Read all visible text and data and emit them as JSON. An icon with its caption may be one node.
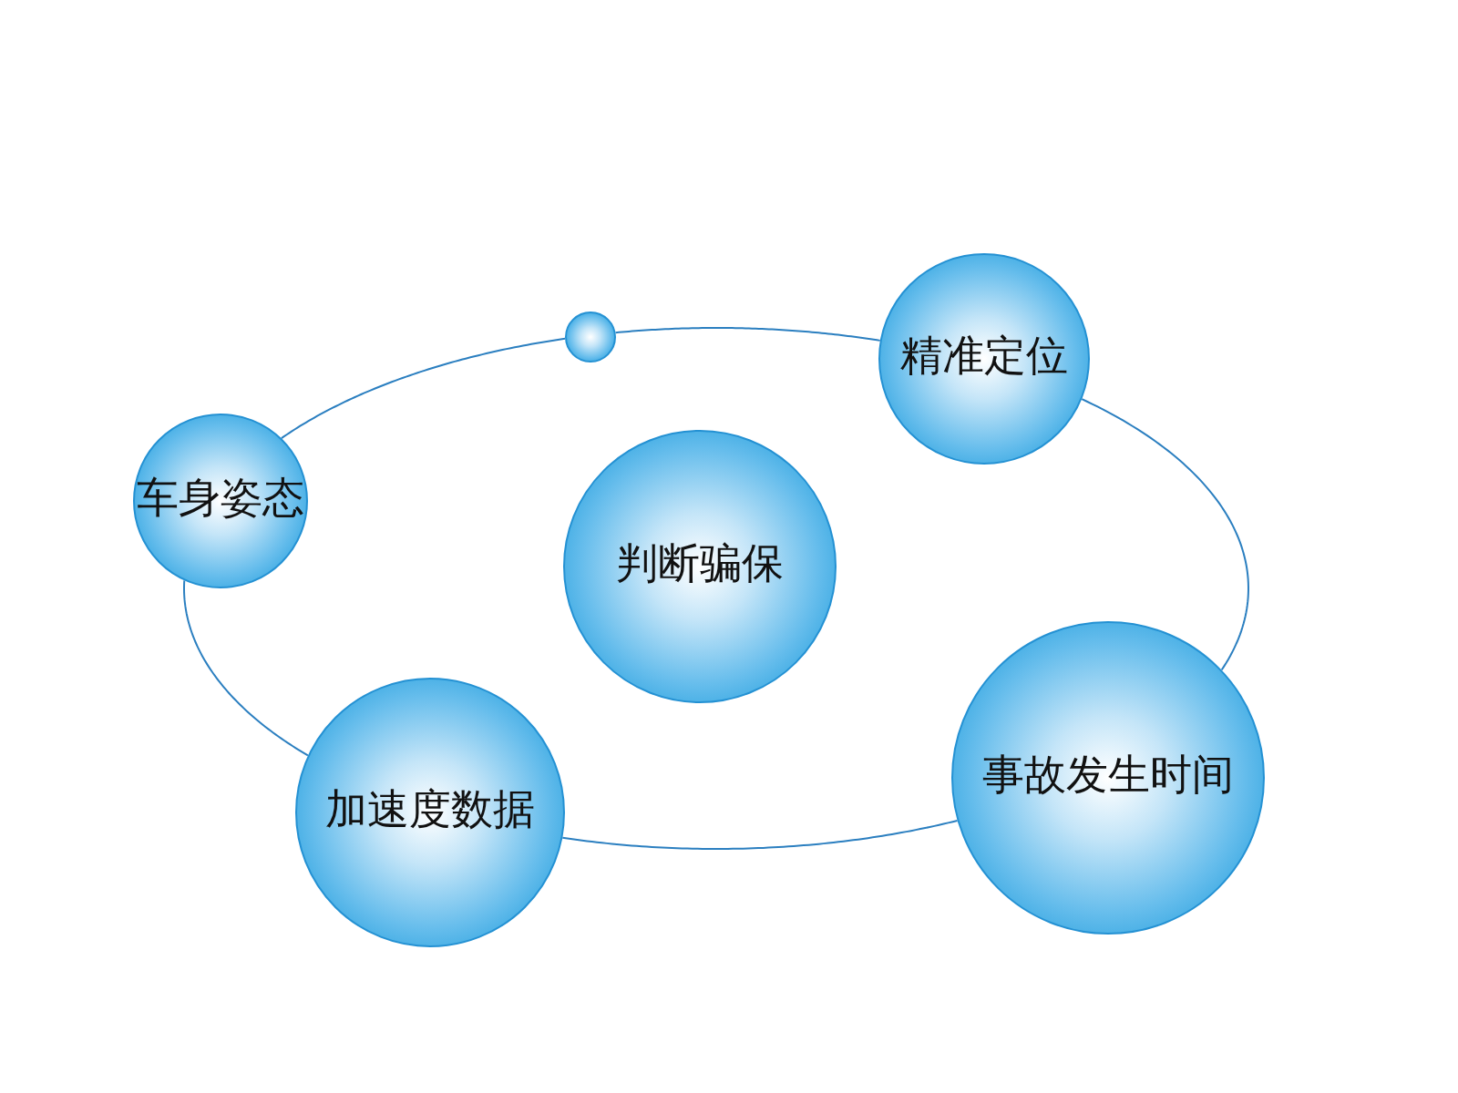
{
  "diagram": {
    "nodes": [
      {
        "text": [],
        "shape": "circle"
      },
      {
        "text": [
          "精准定位"
        ]
      },
      {
        "text": [
          "车身姿态"
        ]
      },
      {
        "text": [
          "判断骗保"
        ]
      },
      {
        "text": [
          "加速度数据"
        ]
      },
      {
        "text": [
          "事故发生时间"
        ]
      }
    ],
    "edges": [
      {
        "from": 2,
        "to": 0,
        "arrow": "none"
      },
      {
        "from": 0,
        "to": 1,
        "arrow": "none"
      },
      {
        "from": 1,
        "to": 5,
        "arrow": "none"
      },
      {
        "from": 5,
        "to": 4,
        "arrow": "none"
      },
      {
        "from": 4,
        "to": 2,
        "arrow": "none"
      }
    ]
  }
}
